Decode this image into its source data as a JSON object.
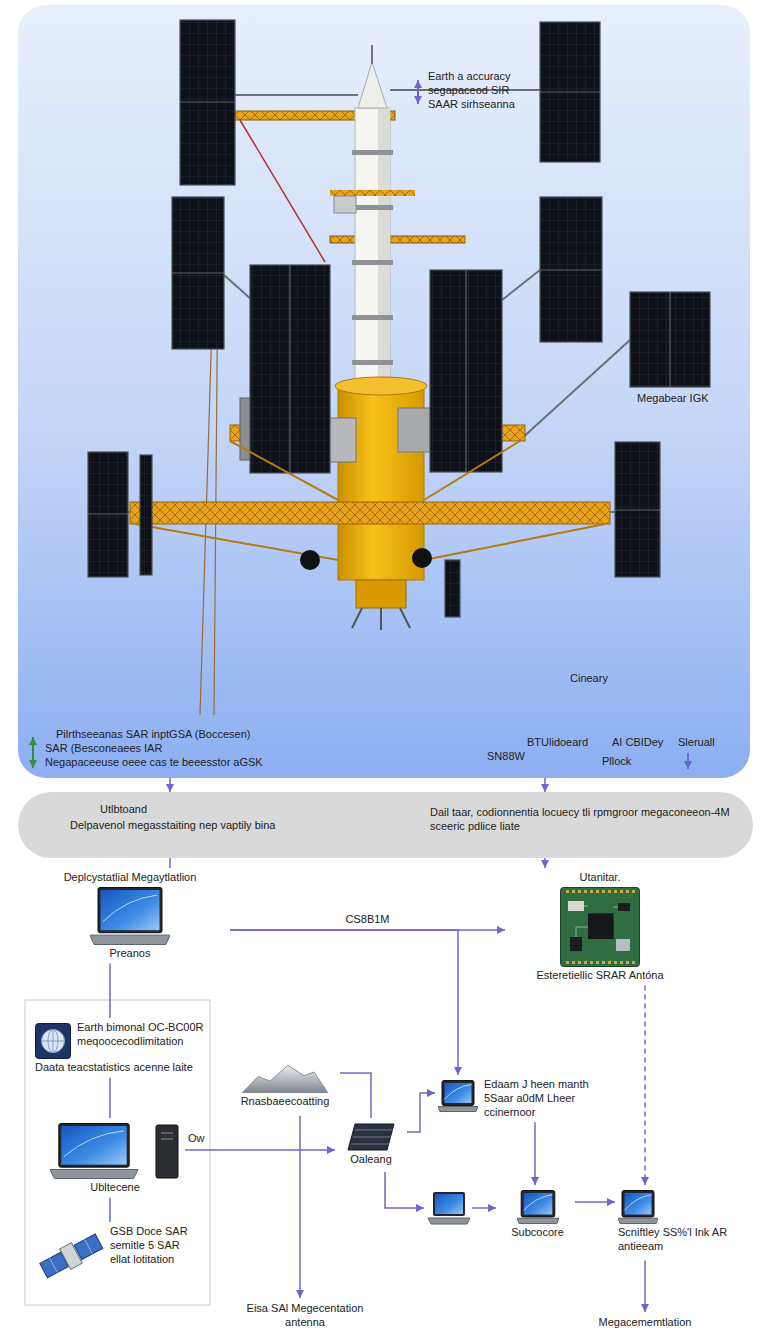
{
  "diagram": {
    "nodes": [
      {
        "text": [
          "Earth a accuracy segapaceod SIR SAAR sirhseanna",
          "Megabear IGK",
          "Cineary",
          "Pilrthseeanas SAR inptGSA (Boccesen)",
          "SAR (Besconeaees IAR",
          "Negapaceeuse oeee cas te beeesstor aGSK",
          "BTUlidoeard",
          "SN88W",
          "AI CBIDey",
          "Pllock",
          "Sleruall"
        ]
      },
      {
        "text": [
          "Utlbtoand",
          "Delpavenol megasstaiting nep vaptily bina",
          "Dail taar, codionnentia locuecy tli rpmgroor megaconeeon-4M sceeric pdlice liate"
        ]
      },
      {
        "text": [
          "Deplcystatlial Megaytlatlion",
          "Preanos"
        ]
      },
      {
        "text": [
          "Utanitar.",
          "Esteretiellic SRAR Antóna"
        ]
      },
      {
        "text": [
          "Earth bimonal OC-BC00R meqoocecodlimitation",
          "Daata teacstatistics acenne laite"
        ]
      },
      {
        "text": [
          "Ubltecene"
        ]
      },
      {
        "text": [
          "GSB Doce SAR semitle 5 SAR ellat lotitation"
        ]
      },
      {
        "text": [
          "Rnasbaeecoatting"
        ]
      },
      {
        "text": [
          "Oaleang"
        ]
      },
      {
        "text": [
          "Edaam J heen manth 5Saar a0dM Lheer ccinernoor"
        ]
      },
      {
        "text": [
          "Subcocore"
        ]
      },
      {
        "text": [
          "Scniftley SS%'l Ink AR antieeam"
        ]
      }
    ],
    "edges": [
      {
        "from": 0,
        "to": 1,
        "arrow": "to"
      },
      {
        "from": 0,
        "to": 1,
        "arrow": "to"
      },
      {
        "from": 1,
        "to": 2,
        "arrow": "none"
      },
      {
        "from": 1,
        "to": 3,
        "arrow": "to"
      },
      {
        "from": 2,
        "to": 3,
        "label": "CS8B1M",
        "arrow": "to"
      },
      {
        "from": 2,
        "to": 9,
        "arrow": "to"
      },
      {
        "from": 2,
        "to": 4,
        "arrow": "none"
      },
      {
        "from": 4,
        "to": 5,
        "arrow": "none"
      },
      {
        "from": 5,
        "to": 6,
        "arrow": "none"
      },
      {
        "from": 5,
        "to": 8,
        "arrow": "to"
      },
      {
        "from": 7,
        "to": 8,
        "arrow": "none"
      },
      {
        "from": 8,
        "to": 9,
        "arrow": "to"
      },
      {
        "from": 9,
        "to": 10,
        "arrow": "to"
      },
      {
        "from": 10,
        "to": 11,
        "arrow": "to"
      },
      {
        "from": 3,
        "to": 11,
        "arrow": "to"
      }
    ],
    "labels": [
      "Ow",
      "Eisa SAl Megecentation antenna",
      "Megacememtlation"
    ]
  }
}
